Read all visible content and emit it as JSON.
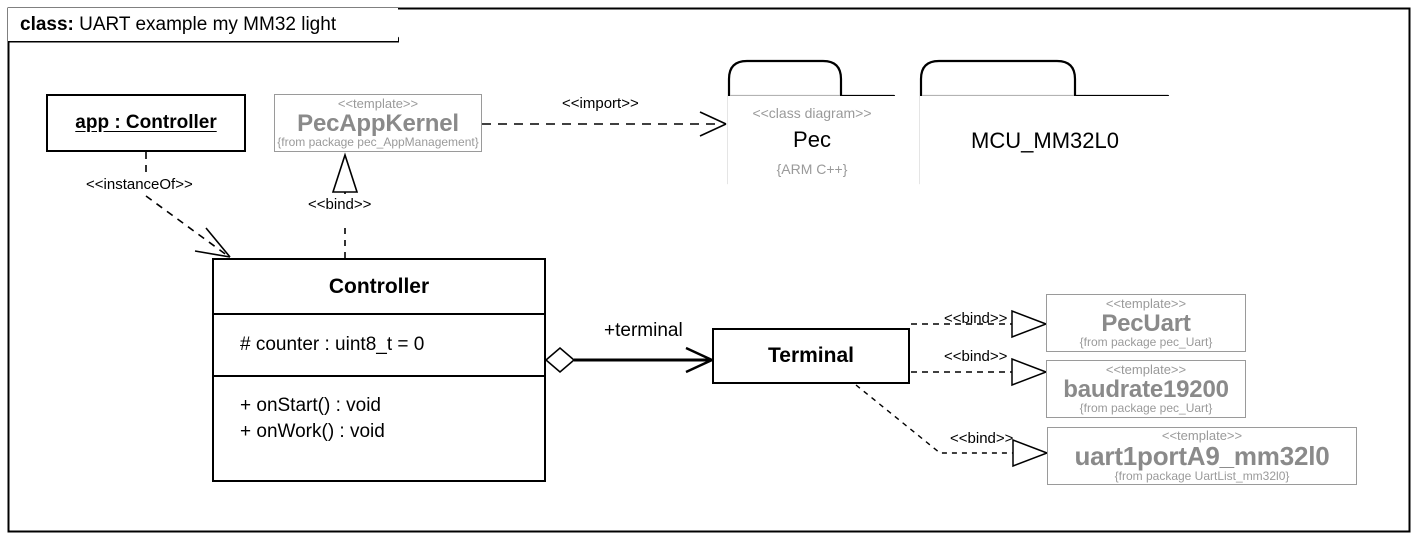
{
  "diagram": {
    "frame": {
      "kind_label": "class:",
      "title": "UART example my MM32 light"
    },
    "object": {
      "name": "app : Controller"
    },
    "templates": [
      {
        "stereotype": "<<template>>",
        "name": "PecAppKernel",
        "from": "{from package pec_AppManagement}"
      },
      {
        "stereotype": "<<template>>",
        "name": "PecUart",
        "from": "{from package pec_Uart}"
      },
      {
        "stereotype": "<<template>>",
        "name": "baudrate19200",
        "from": "{from package pec_Uart}"
      },
      {
        "stereotype": "<<template>>",
        "name": "uart1portA9_mm32l0",
        "from": "{from package UartList_mm32l0}"
      }
    ],
    "packages": [
      {
        "stereotype": "<<class diagram>>",
        "name": "Pec",
        "property": "{ARM C++}"
      },
      {
        "stereotype": "",
        "name": "MCU_MM32L0",
        "property": ""
      }
    ],
    "classes": [
      {
        "name": "Controller",
        "attributes": [
          "# counter : uint8_t = 0"
        ],
        "operations": [
          "+ onStart() : void",
          "+ onWork() : void"
        ]
      },
      {
        "name": "Terminal",
        "attributes": [],
        "operations": []
      }
    ],
    "edges": {
      "instance_of": "<<instanceOf>>",
      "bind_kernel": "<<bind>>",
      "import": "<<import>>",
      "association_role": "+terminal",
      "bind_pecuart": "<<bind>>",
      "bind_baudrate": "<<bind>>",
      "bind_uart1": "<<bind>>"
    },
    "colors": {
      "stroke": "#000000",
      "template_gray": "#8a8a8a",
      "template_border": "#9a9a9a",
      "package_tab_line": "#b3b3b3",
      "background": "#ffffff"
    }
  }
}
